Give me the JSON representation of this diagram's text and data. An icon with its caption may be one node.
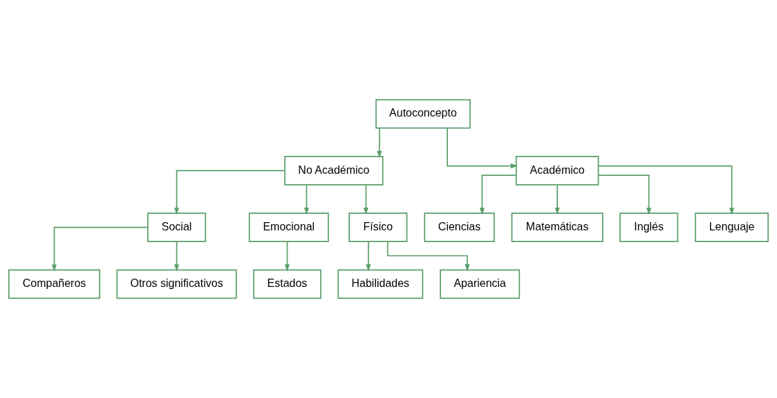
{
  "diagram": {
    "nodes": [
      {
        "text": [
          "Autoconcepto"
        ]
      },
      {
        "text": [
          "No Académico"
        ]
      },
      {
        "text": [
          "Académico"
        ]
      },
      {
        "text": [
          "Social"
        ]
      },
      {
        "text": [
          "Emocional"
        ]
      },
      {
        "text": [
          "Físico"
        ]
      },
      {
        "text": [
          "Compañeros"
        ]
      },
      {
        "text": [
          "Otros significativos"
        ]
      },
      {
        "text": [
          "Estados"
        ]
      },
      {
        "text": [
          "Habilidades"
        ]
      },
      {
        "text": [
          "Apariencia"
        ]
      },
      {
        "text": [
          "Ciencias"
        ]
      },
      {
        "text": [
          "Matemáticas"
        ]
      },
      {
        "text": [
          "Inglés"
        ]
      },
      {
        "text": [
          "Lenguaje"
        ]
      }
    ],
    "edges": [
      {
        "from": 0,
        "to": 1,
        "arrow": "to"
      },
      {
        "from": 0,
        "to": 2,
        "arrow": "to"
      },
      {
        "from": 1,
        "to": 3,
        "arrow": "to"
      },
      {
        "from": 1,
        "to": 4,
        "arrow": "to"
      },
      {
        "from": 1,
        "to": 5,
        "arrow": "to"
      },
      {
        "from": 3,
        "to": 6,
        "arrow": "to"
      },
      {
        "from": 3,
        "to": 7,
        "arrow": "to"
      },
      {
        "from": 4,
        "to": 8,
        "arrow": "to"
      },
      {
        "from": 5,
        "to": 9,
        "arrow": "to"
      },
      {
        "from": 5,
        "to": 10,
        "arrow": "to"
      },
      {
        "from": 2,
        "to": 11,
        "arrow": "to"
      },
      {
        "from": 2,
        "to": 12,
        "arrow": "to"
      },
      {
        "from": 2,
        "to": 13,
        "arrow": "to"
      },
      {
        "from": 2,
        "to": 14,
        "arrow": "to"
      }
    ]
  }
}
